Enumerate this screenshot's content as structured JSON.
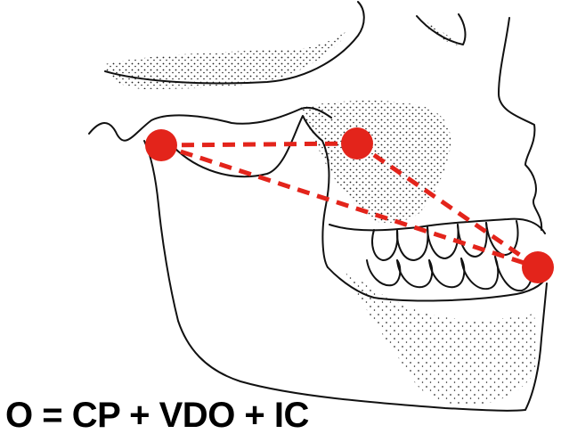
{
  "formula": "O = CP + VDO + IC",
  "colors": {
    "line": "#111111",
    "marker": "#e3241b",
    "formula_text": "#000000",
    "background": "#ffffff"
  },
  "markers": [
    {
      "name": "condyle-point"
    },
    {
      "name": "middle-point"
    },
    {
      "name": "incisor-point"
    }
  ]
}
